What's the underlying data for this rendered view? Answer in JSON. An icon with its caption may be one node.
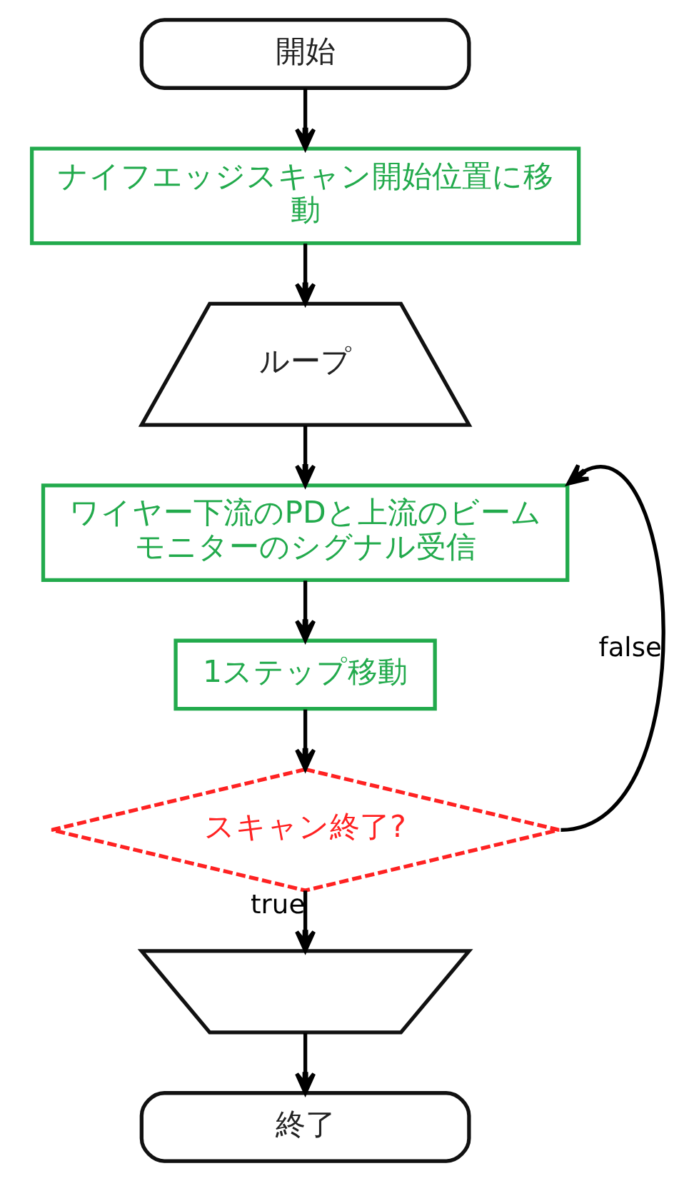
{
  "diagram": {
    "nodes": [
      {
        "text": [
          "開始"
        ]
      },
      {
        "text": [
          "ナイフエッジスキャン開始位置に移動"
        ]
      },
      {
        "text": [
          "ループ"
        ]
      },
      {
        "text": [
          "ワイヤー下流のPDと上流のビームモニターのシグナル受信"
        ]
      },
      {
        "text": [
          "1ステップ移動"
        ]
      },
      {
        "text": [
          "スキャン終了?"
        ]
      },
      {
        "text": [],
        "shape": "trapezoid"
      },
      {
        "text": [
          "終了"
        ]
      }
    ],
    "edges": [
      {
        "from": 0,
        "to": 1,
        "arrow": "to"
      },
      {
        "from": 1,
        "to": 2,
        "arrow": "to"
      },
      {
        "from": 2,
        "to": 3,
        "arrow": "to"
      },
      {
        "from": 3,
        "to": 4,
        "arrow": "to"
      },
      {
        "from": 4,
        "to": 5,
        "arrow": "to"
      },
      {
        "from": 5,
        "to": 3,
        "arrow": "to",
        "label": "false"
      },
      {
        "from": 5,
        "to": 6,
        "arrow": "to",
        "label": "true"
      },
      {
        "from": 6,
        "to": 7,
        "arrow": "to"
      }
    ]
  }
}
